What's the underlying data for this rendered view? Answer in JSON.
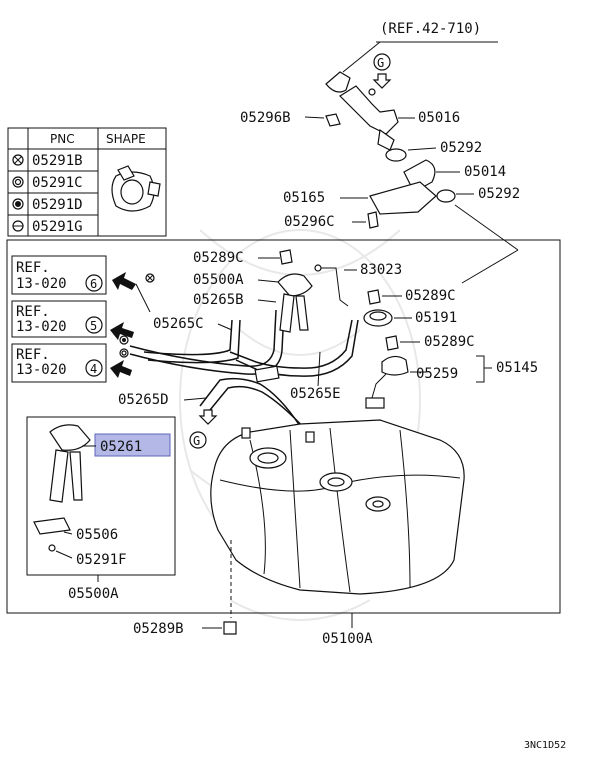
{
  "ref_top": "(REF.42-710)",
  "pnc_table": {
    "header_pnc": "PNC",
    "header_shape": "SHAPE",
    "rows": [
      "05291B",
      "05291C",
      "05291D",
      "05291G"
    ]
  },
  "refs": {
    "r1": {
      "a": "REF.",
      "b": "13-020",
      "n": "6"
    },
    "r2": {
      "a": "REF.",
      "b": "13-020",
      "n": "5"
    },
    "r3": {
      "a": "REF.",
      "b": "13-020",
      "n": "4"
    }
  },
  "g_marker": "G",
  "labels": {
    "p05296B": "05296B",
    "p05016": "05016",
    "p05292a": "05292",
    "p05014": "05014",
    "p05165": "05165",
    "p05292b": "05292",
    "p05296C": "05296C",
    "p05289Ca": "05289C",
    "p83023": "83023",
    "p05500Aa": "05500A",
    "p05265B": "05265B",
    "p05289Cb": "05289C",
    "p05265C": "05265C",
    "p05191": "05191",
    "p05289Cc": "05289C",
    "p05145": "05145",
    "p05259": "05259",
    "p05265E": "05265E",
    "p05265D": "05265D",
    "p05261": "05261",
    "p05506": "05506",
    "p05291F": "05291F",
    "p05500Ab": "05500A",
    "p05289B": "05289B",
    "p05100A": "05100A"
  },
  "figure_code": "3NC1D52"
}
